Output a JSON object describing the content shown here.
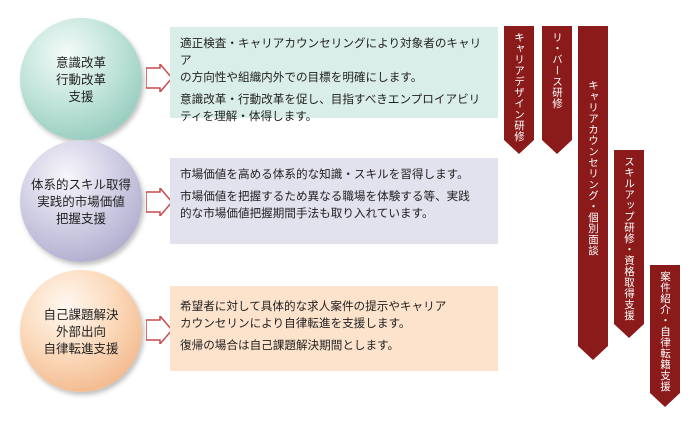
{
  "rows": [
    {
      "circle_label": "意識改革\n行動改革\n支援",
      "lines": [
        "適正検査・キャリアカウンセリングにより対象者のキャリア\nの方向性や組織内外での目標を明確にします。",
        "意識改革・行動改革を促し、目指すべきエンプロイアビリ\nティを理解・体得します。"
      ]
    },
    {
      "circle_label": "体系的スキル取得\n実践的市場価値\n把握支援",
      "lines": [
        "市場価値を高める体系的な知識・スキルを習得します。",
        "市場価値を把握するため異なる職場を体験する等、実践\n的な市場価値把握期間手法も取り入れています。"
      ]
    },
    {
      "circle_label": "自己課題解決\n外部出向\n自律転進支援",
      "lines": [
        "希望者に対して具体的な求人案件の提示やキャリア\nカウンセリンにより自律転進を支援します。",
        "復帰の場合は自己課題解決期間とします。"
      ]
    }
  ],
  "ribbons": [
    "キャリアデザイン研修",
    "リ・バース研修",
    "キャリアカウンセリング・個別面談",
    "スキルアップ研修・資格取得支援",
    "案件紹介・自律転籍支援"
  ],
  "colors": {
    "ribbon": "#8b1a1a",
    "box1": "#d9eee8",
    "box2": "#e2e1ee",
    "box3": "#fde3cc"
  }
}
